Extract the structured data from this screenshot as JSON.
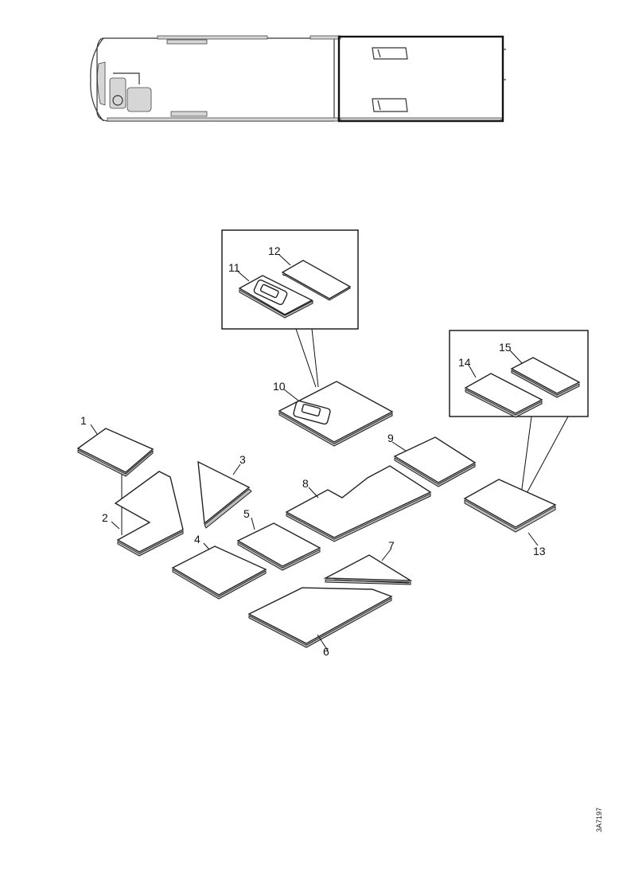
{
  "diagram": {
    "callouts": [
      "1",
      "2",
      "3",
      "4",
      "5",
      "6",
      "7",
      "8",
      "9",
      "10",
      "11",
      "12",
      "13",
      "14",
      "15"
    ],
    "reference_code": "3A7197"
  }
}
